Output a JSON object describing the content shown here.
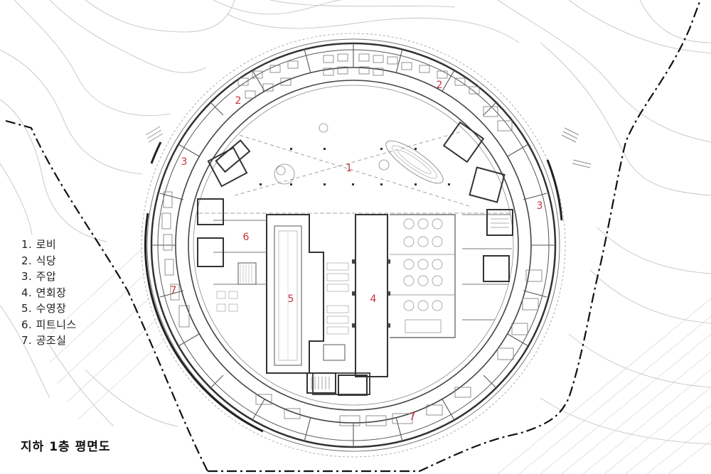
{
  "legend": [
    {
      "num": "1",
      "name": "로비",
      "text": "1. 로비"
    },
    {
      "num": "2",
      "name": "식당",
      "text": "2. 식당"
    },
    {
      "num": "3",
      "name": "주압",
      "text": "3. 주압"
    },
    {
      "num": "4",
      "name": "연회장",
      "text": "4. 연회장"
    },
    {
      "num": "5",
      "name": "수영장",
      "text": "5. 수영장"
    },
    {
      "num": "6",
      "name": "피트니스",
      "text": "6. 피트니스"
    },
    {
      "num": "7",
      "name": "공조실",
      "text": "7. 공조실"
    }
  ],
  "title": "지하 1층 평면도",
  "room_labels": [
    "1",
    "2",
    "2",
    "3",
    "3",
    "4",
    "5",
    "6",
    "7",
    "7"
  ],
  "colors": {
    "room_label": "#c8323c",
    "wall": "#333333",
    "thin_line": "#9a9a9a",
    "boundary": "#111111"
  }
}
